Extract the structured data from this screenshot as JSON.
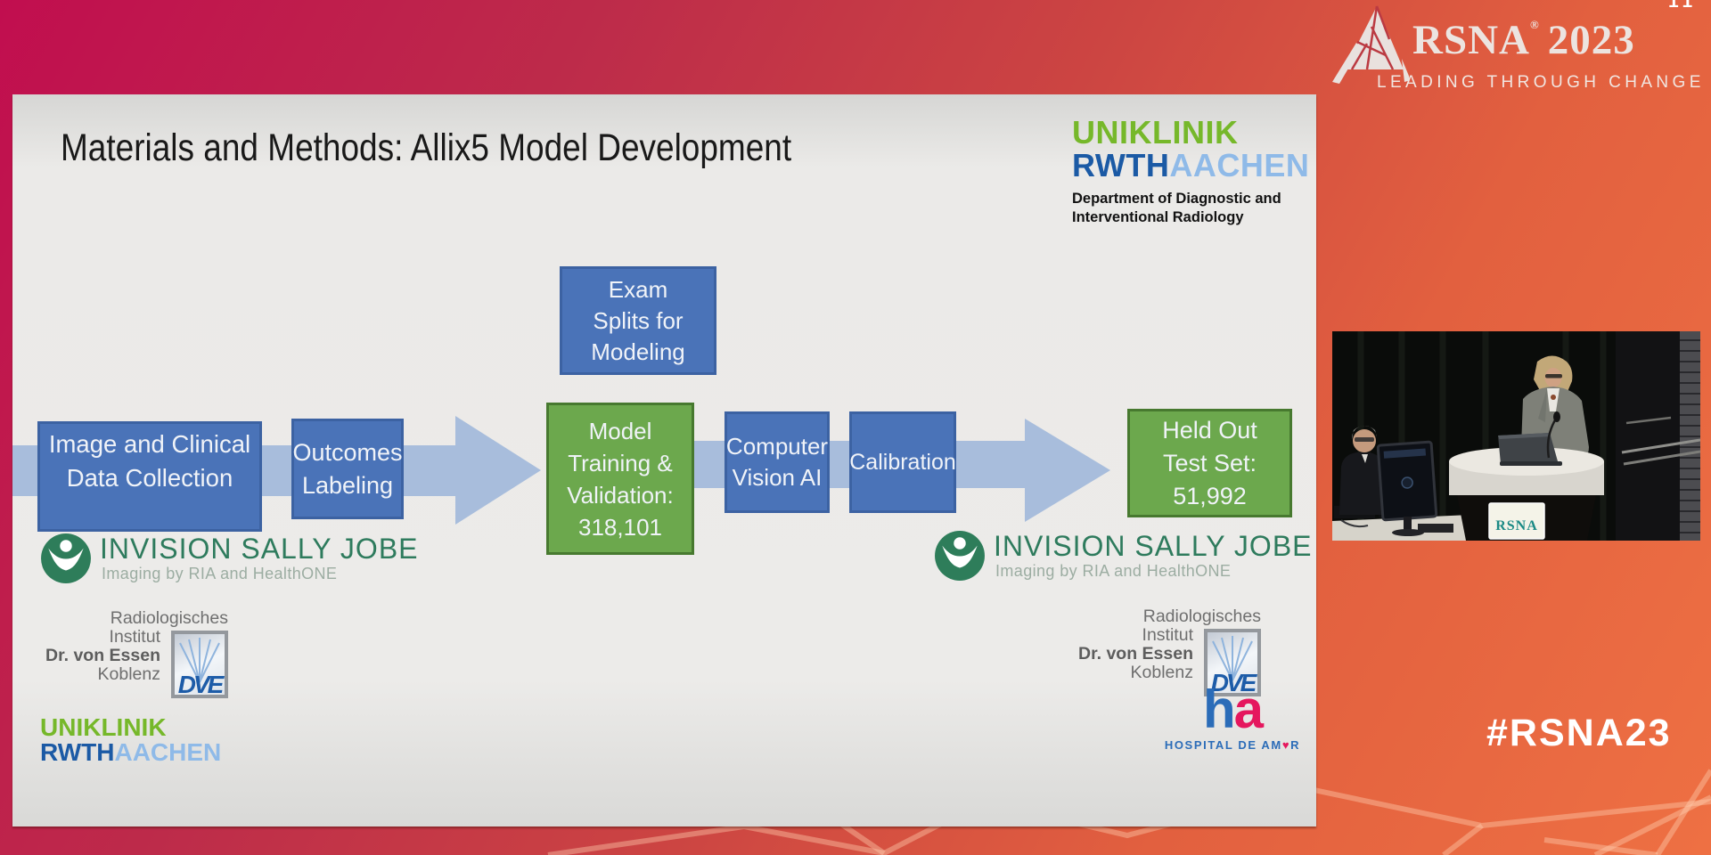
{
  "colors": {
    "background_top": "#c10e4f",
    "background_bottom": "#ee7043",
    "blue_box": "#4a73b8",
    "blue_box_border": "#3c62a2",
    "green_box": "#6ca84d",
    "green_box_border": "#47792f",
    "arrow_band": "#a8bddc",
    "uniklinik_green": "#76b82a",
    "rwth_blue": "#1b5aa5",
    "aachen_light_blue": "#8fbae8",
    "invision_green": "#2e7b5d",
    "ha_blue": "#2b6cb8",
    "ha_pink": "#e5175e",
    "rsna_sign_teal": "#1b8a85"
  },
  "header": {
    "brand": "RSNA",
    "brand_reg": "®",
    "year": "2023",
    "tagline": "LEADING THROUGH CHANGE",
    "corner_fragment": "11"
  },
  "footer": {
    "hashtag": "#RSNA23"
  },
  "slide": {
    "title": "Materials and Methods: Allix5 Model Development",
    "affiliation_dept": {
      "line1": "Department of Diagnostic and",
      "line2": "Interventional Radiology"
    },
    "flow": {
      "exam_box": [
        "Exam",
        "Splits for",
        "Modeling"
      ],
      "image_box": [
        "Image and Clinical",
        "Data Collection"
      ],
      "outcomes_box": [
        "Outcomes",
        "Labeling"
      ],
      "model_box": [
        "Model",
        "Training &",
        "Validation:",
        "318,101"
      ],
      "cv_box": [
        "Computer",
        "Vision AI"
      ],
      "calibration_box": [
        "Calibration"
      ],
      "heldout_box": [
        "Held Out",
        "Test Set:",
        "51,992"
      ]
    },
    "logos": {
      "invision": {
        "name": "INVISION SALLY JOBE",
        "tagline": "Imaging by RIA and HealthONE"
      },
      "radiologisches": {
        "line1": "Radiologisches",
        "line2": "Institut",
        "line3": "Dr. von Essen",
        "line4": "Koblenz",
        "badge": "DVE"
      },
      "uniklinik": {
        "line1": "UNIKLINIK",
        "line2a": "RWTH",
        "line2b": "AACHEN"
      },
      "hospital_amor": {
        "mark_h": "h",
        "mark_a": "a",
        "label_pre": "HOSPITAL DE AM",
        "heart": "♥",
        "label_post": "R"
      }
    }
  },
  "video": {
    "podium_sign": "RSNA"
  }
}
